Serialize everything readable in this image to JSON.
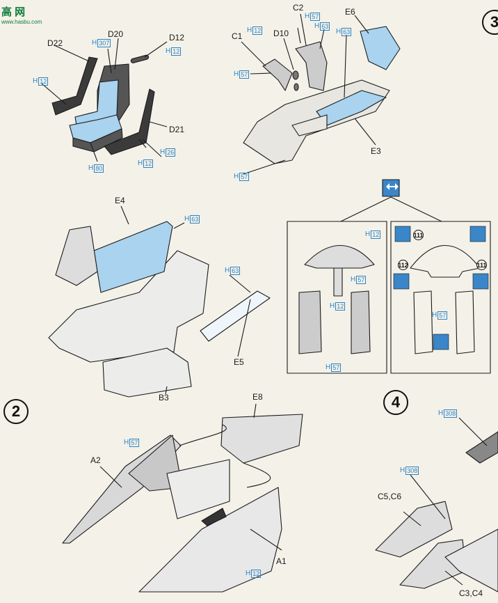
{
  "watermark": {
    "title": "高 网",
    "url": "www.hasbu.com"
  },
  "steps": {
    "step2": "2",
    "step3": "3",
    "step4": "4"
  },
  "parts": {
    "d22": "D22",
    "d20": "D20",
    "d12": "D12",
    "d21": "D21",
    "c1": "C1",
    "c2": "C2",
    "d10": "D10",
    "e6": "E6",
    "e3": "E3",
    "e4": "E4",
    "e5": "E5",
    "b3": "B3",
    "a2": "A2",
    "a1": "A1",
    "e8": "E8",
    "c5c6": "C5,C6",
    "c3c4": "C3,C4"
  },
  "paint_prefix": "H",
  "paint_codes": {
    "p1": "307",
    "p2": "12",
    "p3": "12",
    "p4": "26",
    "p5": "12",
    "p6": "80",
    "p7": "12",
    "p8": "57",
    "p9": "57",
    "p10": "63",
    "p11": "63",
    "p12": "57",
    "p13": "63",
    "p14": "63",
    "p15": "12",
    "p16": "57",
    "p17": "12",
    "p18": "57",
    "p19": "57",
    "p20": "57",
    "p21": "12",
    "p22": "308",
    "p23": "308"
  },
  "decals": {
    "d111a": "111",
    "d112": "112",
    "d111b": "111"
  },
  "colors": {
    "part_blue": "#a9d3ee",
    "paint_blue": "#2b84c6",
    "ink": "#1a1a1a"
  }
}
